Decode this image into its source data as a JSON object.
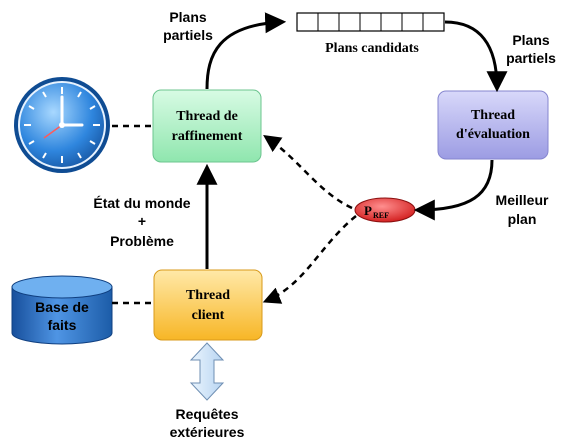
{
  "labels": {
    "plans_partiels_left": [
      "Plans",
      "partiels"
    ],
    "plans_partiels_right": [
      "Plans",
      "partiels"
    ],
    "plans_candidats": "Plans candidats",
    "meilleur_plan": [
      "Meilleur",
      "plan"
    ],
    "etat_du_monde": [
      "État du monde",
      "+",
      "Problème"
    ],
    "requetes": [
      "Requêtes",
      "extérieures"
    ]
  },
  "nodes": {
    "thread_raffinement": [
      "Thread de",
      "raffinement"
    ],
    "thread_evaluation": [
      "Thread",
      "d'évaluation"
    ],
    "thread_client": [
      "Thread",
      "client"
    ],
    "base_de_faits": [
      "Base de",
      "faits"
    ],
    "pref_main": "P",
    "pref_sub": "REF"
  },
  "colors": {
    "raffinement_fill": "#b9f5cf",
    "evaluation_fill": "#b7b7ee",
    "client_fill": "#ffcf5a",
    "database_fill": "#2a6fc2",
    "pref_fill": "#e02a2a",
    "clock_face": "#2d7fd6",
    "arrow": "#000000",
    "requetes_arrow": "#cfe3f7"
  },
  "icons": [
    "clock-icon",
    "database-icon"
  ]
}
